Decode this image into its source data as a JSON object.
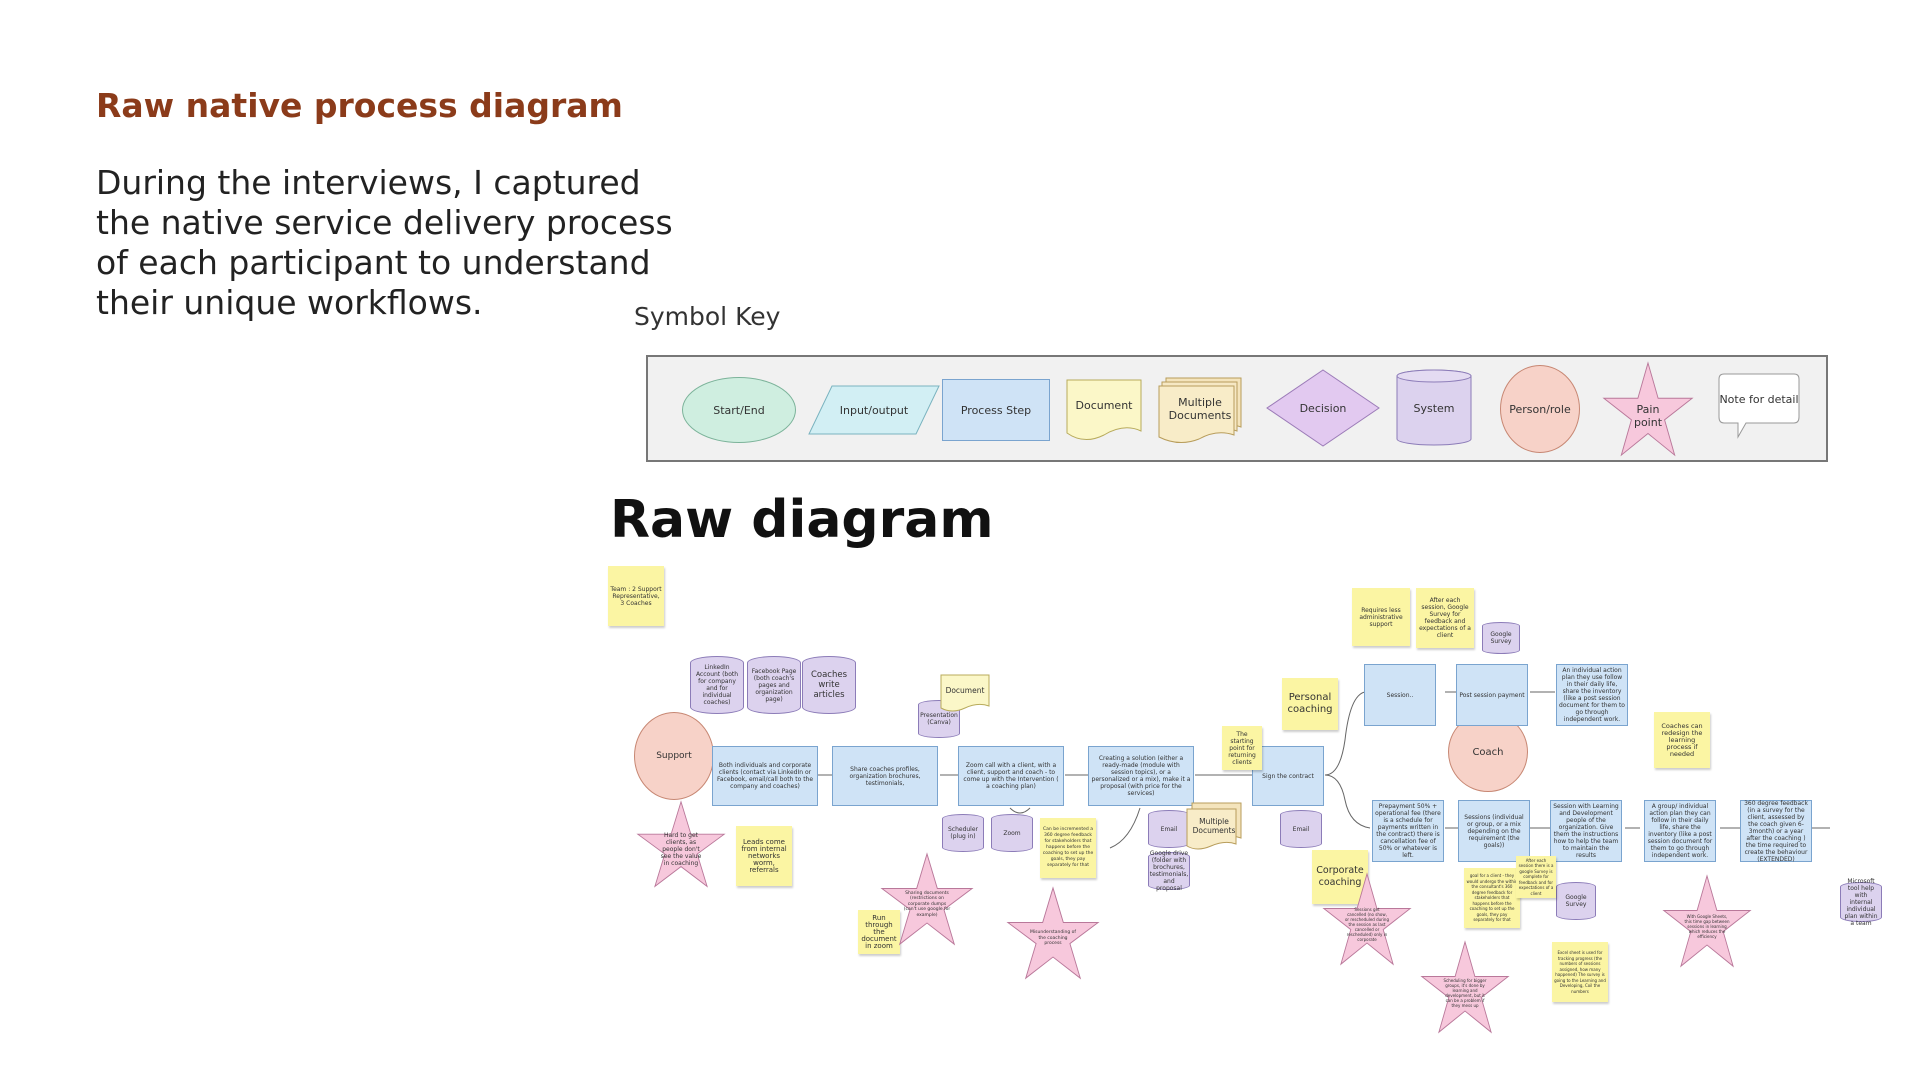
{
  "header": {
    "heading": "Raw native process diagram",
    "intro": "During the interviews, I captured the native service delivery process of each participant to understand their unique workflows."
  },
  "symbol_key": {
    "title": "Symbol Key",
    "items": {
      "start_end": "Start/End",
      "input_output": "Input/output",
      "process_step": "Process Step",
      "document": "Document",
      "multiple_documents": "Multiple Documents",
      "decision": "Decision",
      "system": "System",
      "person_role": "Person/role",
      "pain_point": "Pain point",
      "note": "Note for detail"
    }
  },
  "diagram": {
    "title": "Raw diagram",
    "team_note": "Team : 2 Support Representative, 3 Coaches",
    "systems": {
      "linkedin": "LinkedIn Account (both for company and for individual coaches)",
      "facebook": "Facebook Page (both coach's pages and organization page)",
      "coaches_articles": "Coaches write articles",
      "presentation": "Presentation (Canva)",
      "scheduler": "Scheduler (plug in)",
      "zoom": "Zoom",
      "email1": "Email",
      "google_drive": "Google drive (folder with brochures, testimonials, and proposal",
      "email2": "Email",
      "google_survey1": "Google Survey",
      "google_survey2": "Google Survey",
      "microsoft": "Microsoft tool help with internal individual plan within a team"
    },
    "persons": {
      "support": "Support",
      "coach": "Coach"
    },
    "steps": {
      "s1": "Both individuals and corporate clients (contact via LinkedIn or Facebook, email/call both to the company and coaches)",
      "s2": "Share coaches profiles, organization brochures, testimonials,",
      "s3": "Zoom call with a client, with a client, support and coach - to come up with the Intervention ( a coaching plan)",
      "s4": "Creating a solution (either a ready-made (module with session topics), or a personalized or a mix), make it a proposal (with price for the services)",
      "s5": "Sign the contract",
      "session": "Session..",
      "post_payment": "Post session payment",
      "action_plan": "An individual action plan they use follow in their daily life, share the inventory (like a post session document for them to go through independent work.",
      "prepayment": "Prepayment 50% + operational fee (there is a schedule for payments written in the contract) there is cancellation fee of 50% or whatever is left.",
      "sessions_mix": "Sessions (individual or group, or a mix depending on the requirement (the goals))",
      "session_learning": "Session with Learning and Development people of the organization. Give them the instructions how to help the team to maintain the results",
      "group_plan": "A group/ individual action plan they can follow in their daily life, share the inventory (like a post session document for them to go through independent work.",
      "feedback_360": "360 degree feedback (in a survey for the client, assessed by the coach given 6-3month) or a year after the coaching ) the time required to create the behaviour (EXTENDED)"
    },
    "docs": {
      "document": "Document",
      "multiple_docs": "Multiple Documents"
    },
    "notes": {
      "requires_less": "Requires less administrative support",
      "after_session": "After each session, Google Survey for feedback and expectations of a client",
      "personal_coaching": "Personal coaching",
      "starting_point": "The starting point for returning clients",
      "coaches_redesign": "Coaches can redesign the learning process if needed",
      "leads": "Leads come from internal networks worm, referrals",
      "run_through": "Run through the document in zoom",
      "can_be_360": "Can be incremented a 360 degree feedback for stakeholders that happens before the coaching to set up the goals, they pay separately for that",
      "corporate_coaching": "Corporate coaching",
      "goal_for_client": "goal for a client - they would undergo the within the consultant's 360 degree feedback for stakeholders that happens before the coaching to set up the goals, they pay separately for that",
      "after_session_small": "After each session there is a google Survey is complete for feedback and for expectations of a client",
      "excel_sheet": "Excel sheet is used for tracking progress (the numbers of sessions assigned, how many happened) The survey is going to the Learning and Developing, Coil the numbers"
    },
    "pains": {
      "hard_to_get": "Hard to get clients, as people don't see the value in coaching",
      "sharing_docs": "Sharing documents (restrictions on corporate dumps (can't use google for example)",
      "misunderstanding": "Misunderstanding of the coaching process",
      "sessions_cancelled": "Sessions get cancelled (no show, or rescheduled during the session as last cancelled or rescheduled) only in corporate",
      "scheduling": "Scheduling for bigger groups, it's done by learning and development, but it can be a problem if they mess up",
      "with_google": "With Google Sheets, this time gap between sessions in learning which reduces the efficiency"
    }
  }
}
